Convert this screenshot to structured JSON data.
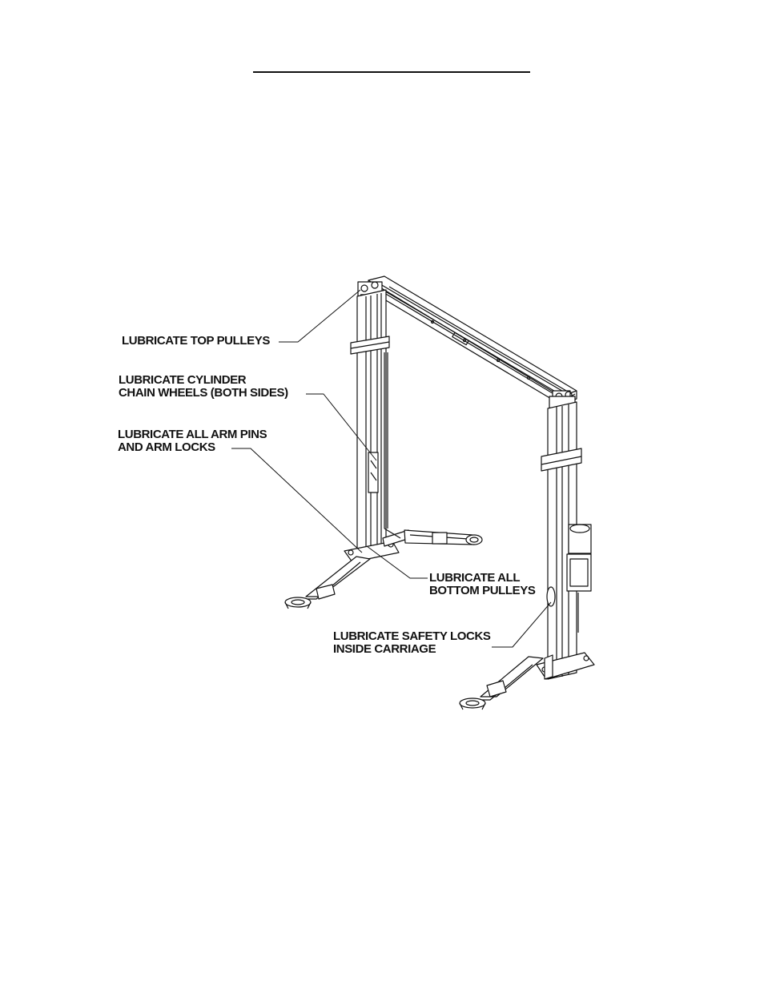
{
  "callouts": {
    "top_pulleys": {
      "line1": "LUBRICATE TOP PULLEYS"
    },
    "cylinder_chain_wheels": {
      "line1": "LUBRICATE CYLINDER",
      "line2": "CHAIN WHEELS (BOTH SIDES)"
    },
    "arm_pins": {
      "line1": "LUBRICATE ALL ARM PINS",
      "line2": "AND ARM LOCKS"
    },
    "bottom_pulleys": {
      "line1": "LUBRICATE ALL",
      "line2": "BOTTOM PULLEYS"
    },
    "safety_locks": {
      "line1": "LUBRICATE SAFETY LOCKS",
      "line2": "INSIDE CARRIAGE"
    }
  },
  "colors": {
    "ink": "#111111",
    "paper": "#ffffff"
  }
}
